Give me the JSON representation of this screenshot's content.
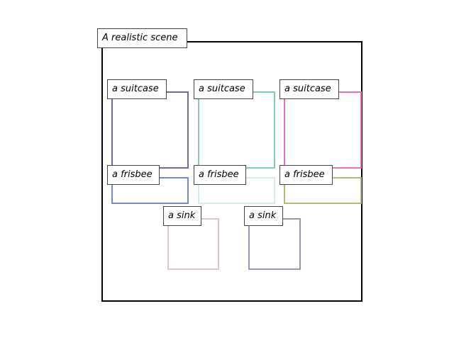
{
  "scene": {
    "title": "A realistic scene",
    "frame_color": "#000000"
  },
  "boxes": [
    {
      "id": "suitcase-1",
      "label": "a suitcase",
      "color": "#6b6b9e"
    },
    {
      "id": "suitcase-2",
      "label": "a suitcase",
      "color": "#7ecdb8"
    },
    {
      "id": "suitcase-3",
      "label": "a suitcase",
      "color": "#ea6fbf"
    },
    {
      "id": "frisbee-1",
      "label": "a frisbee",
      "color": "#7a8ac8"
    },
    {
      "id": "frisbee-2",
      "label": "a frisbee",
      "color": "#d2ecf0"
    },
    {
      "id": "frisbee-3",
      "label": "a frisbee",
      "color": "#b8b878"
    },
    {
      "id": "sink-1",
      "label": "a sink",
      "color": "#e0c2cf"
    },
    {
      "id": "sink-2",
      "label": "a sink",
      "color": "#a294ac"
    }
  ]
}
